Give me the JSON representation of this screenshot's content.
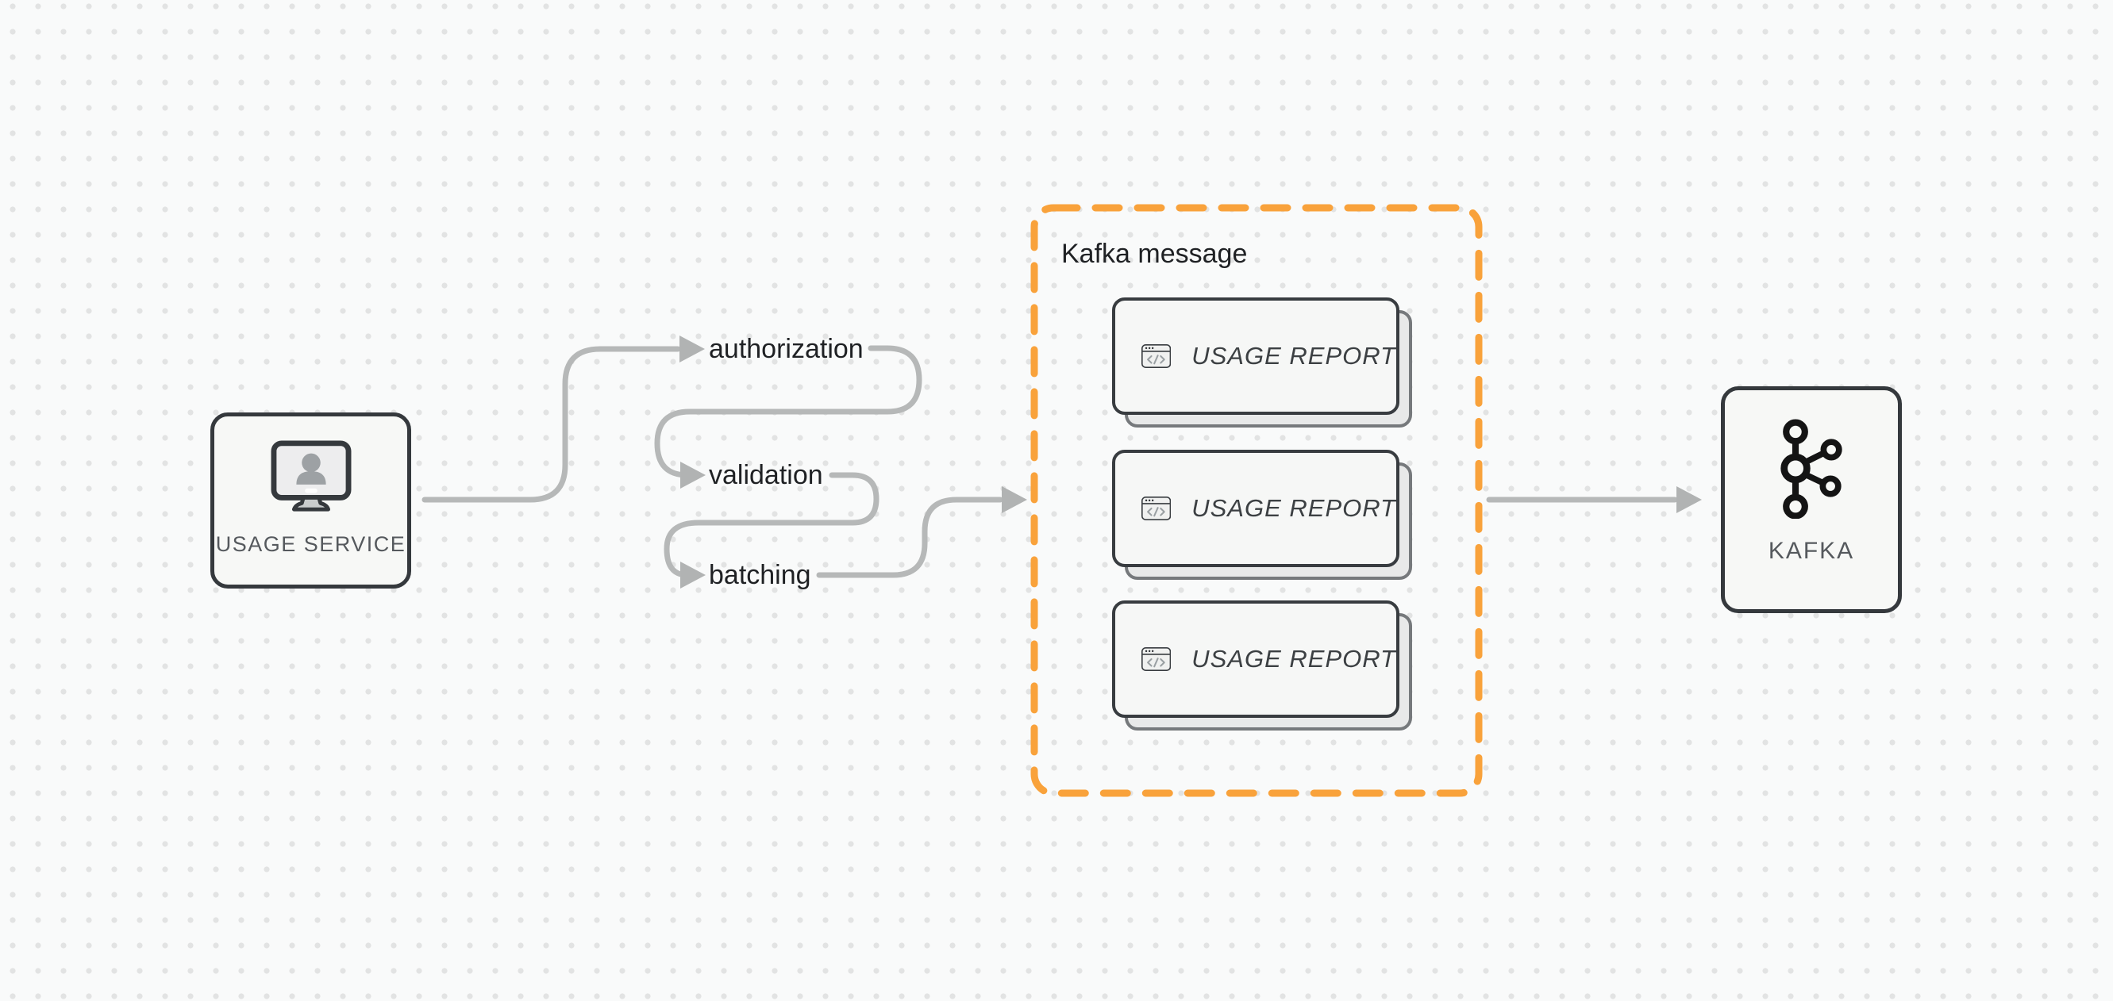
{
  "colors": {
    "bg": "#f9fafa",
    "dot": "#e2e3e3",
    "line": "#b6b8b8",
    "arrow": "#b1b3b3",
    "node-border": "#35393d",
    "node-fill": "#f7f8f6",
    "text-dark": "#1f2124",
    "text-muted": "#55595d",
    "accent": "#f9a23b",
    "card-fill": "#f6f7f6",
    "card-border": "#383c40",
    "card-shadow-fill": "#e8e9e9",
    "card-shadow-border": "#76797c",
    "card-text": "#3c4043",
    "icon-gray": "#9aa0a3"
  },
  "nodes": {
    "usage_service": {
      "label": "USAGE SERVICE",
      "icon": "monitor-user-icon"
    },
    "kafka": {
      "label": "KAFKA",
      "icon": "kafka-logo-icon"
    }
  },
  "steps": [
    {
      "label": "authorization"
    },
    {
      "label": "validation"
    },
    {
      "label": "batching"
    }
  ],
  "group": {
    "title": "Kafka message",
    "cards": [
      {
        "label": "USAGE REPORT",
        "icon": "code-window-icon"
      },
      {
        "label": "USAGE REPORT",
        "icon": "code-window-icon"
      },
      {
        "label": "USAGE REPORT",
        "icon": "code-window-icon"
      }
    ]
  }
}
